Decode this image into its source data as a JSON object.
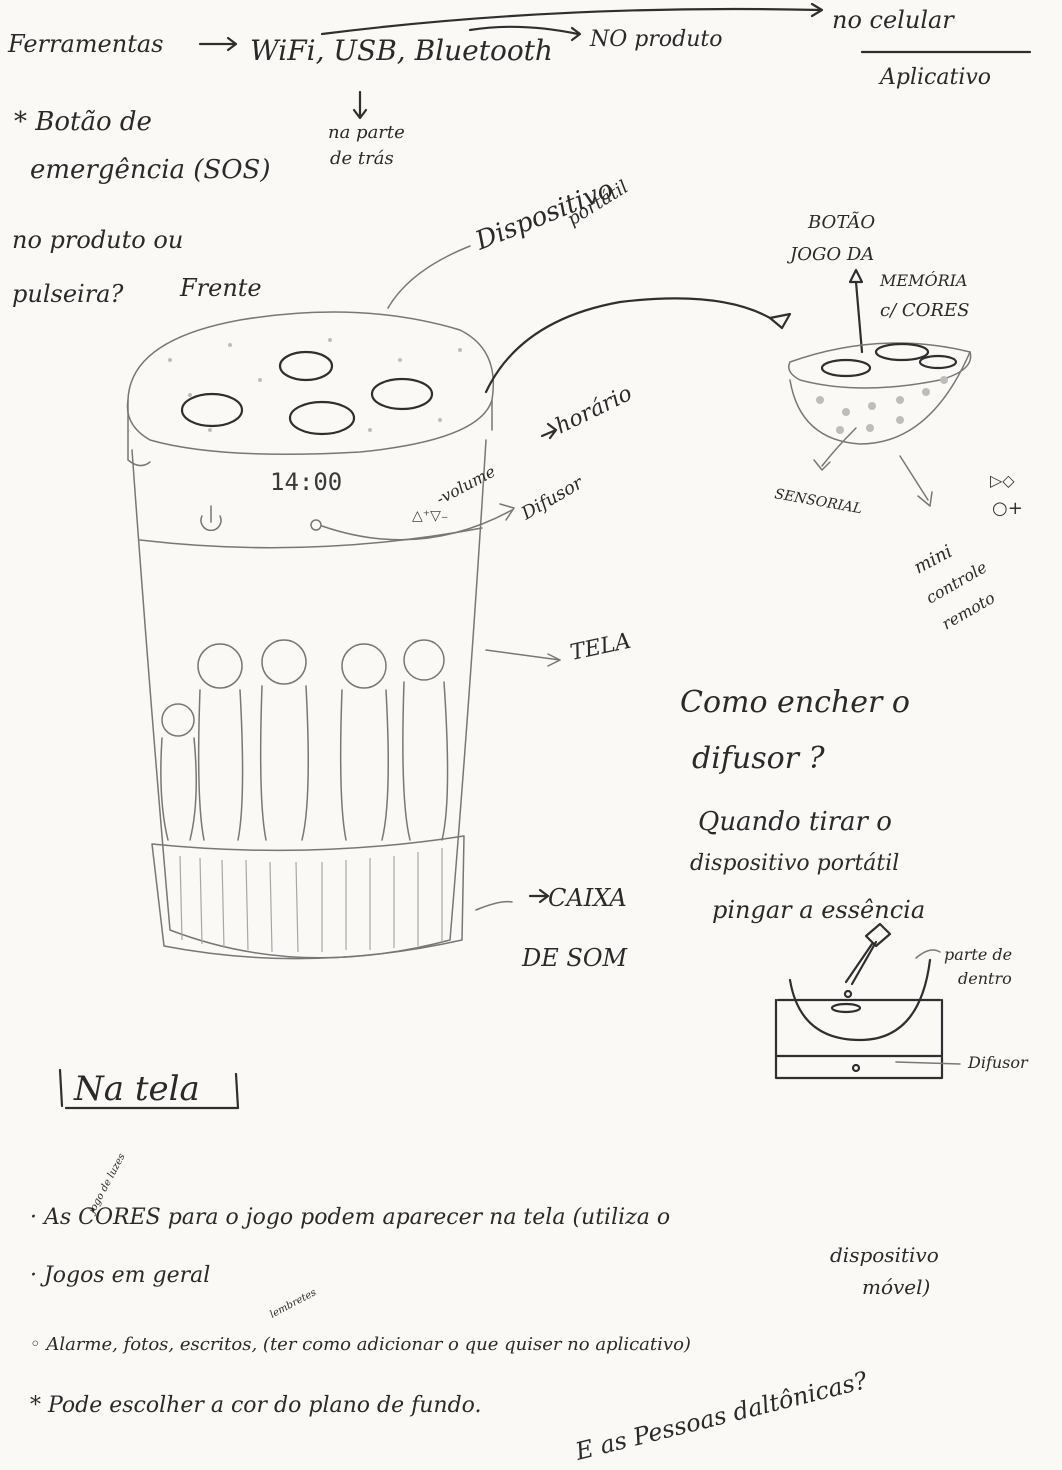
{
  "top": {
    "tools": "Ferramentas",
    "connectivity": "WiFi, USB, Bluetooth",
    "on_product": "NO produto",
    "on_phone": "no celular",
    "app": "Aplicativo",
    "back_note_1": "na parte",
    "back_note_2": "de trás"
  },
  "sos": {
    "lines": [
      "* Botão de",
      "emergência (SOS)",
      "no produto ou",
      "pulseira?"
    ],
    "front": "Frente"
  },
  "device": {
    "portable_1": "Dispositivo",
    "portable_2": "portátil",
    "time": "14:00",
    "clock_label": "horário",
    "volume_label": "-volume",
    "diffuser_label": "Difusor",
    "screen_label": "TELA",
    "speaker_1": "CAIXA",
    "speaker_2": "DE SOM",
    "power_icon": "power-icon"
  },
  "memory": {
    "lines": [
      "BOTÃO",
      "JOGO DA",
      "MEMÓRIA",
      "c/ CORES"
    ],
    "sensorial": "SENSORIAL",
    "remote": [
      "mini",
      "controle",
      "remoto"
    ]
  },
  "diffuser_q": {
    "lines": [
      "Como encher o",
      "difusor ?",
      "Quando tirar o",
      "dispositivo portátil",
      "pingar a essência"
    ],
    "inner_1": "parte de",
    "inner_2": "dentro",
    "diffuser_tag": "Difusor"
  },
  "screen_notes": {
    "title": "Na tela",
    "bullets": [
      "· As CORES para o jogo podem aparecer na tela (utiliza o",
      "· Jogos em geral",
      "◦ Alarme, fotos, escritos, (ter como adicionar o que quiser no aplicativo)",
      "* Pode escolher a cor do plano de fundo."
    ],
    "bullet1_cont_1": "dispositivo",
    "bullet1_cont_2": "móvel)",
    "above_jogo": "jogo de luzes",
    "above_escritos": "lembretes",
    "question": "E as Pessoas daltônicas?"
  }
}
